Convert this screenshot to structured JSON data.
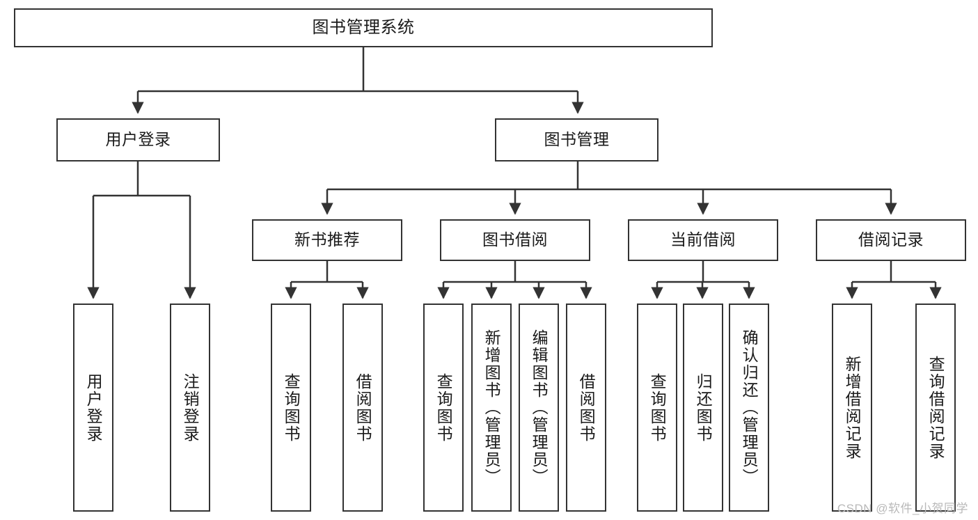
{
  "diagram": {
    "title": "图书管理系统",
    "style": {
      "box_border_color": "#333333",
      "box_fill_color": "#ffffff",
      "text_color": "#1a1a1a",
      "edge_color": "#333333",
      "background": "#ffffff"
    },
    "levels": {
      "root": "图书管理系统",
      "level2": [
        "用户登录",
        "图书管理"
      ],
      "level3": [
        "新书推荐",
        "图书借阅",
        "当前借阅",
        "借阅记录"
      ]
    },
    "nodes": {
      "root": {
        "label": "图书管理系统"
      },
      "user_login": {
        "label": "用户登录"
      },
      "book_manage": {
        "label": "图书管理"
      },
      "new_book_rec": {
        "label": "新书推荐"
      },
      "book_borrow": {
        "label": "图书借阅"
      },
      "current_borrow": {
        "label": "当前借阅"
      },
      "borrow_record": {
        "label": "借阅记录"
      },
      "leaf_user_login": {
        "label": "用户登录"
      },
      "leaf_user_logout": {
        "label": "注销登录"
      },
      "leaf_rec_query": {
        "label": "查询图书"
      },
      "leaf_rec_borrow": {
        "label": "借阅图书"
      },
      "leaf_borrow_query": {
        "label": "查询图书"
      },
      "leaf_borrow_add": {
        "label": "新增图书（管理员）"
      },
      "leaf_borrow_edit": {
        "label": "编辑图书（管理员）"
      },
      "leaf_borrow_borrow": {
        "label": "借阅图书"
      },
      "leaf_cur_query": {
        "label": "查询图书"
      },
      "leaf_cur_return": {
        "label": "归还图书"
      },
      "leaf_cur_confirm": {
        "label": "确认归还（管理员）"
      },
      "leaf_rec_add": {
        "label": "新增借阅记录"
      },
      "leaf_rec_query_rec": {
        "label": "查询借阅记录"
      }
    }
  },
  "watermark": {
    "text": "CSDN @软件_小贺同学"
  }
}
